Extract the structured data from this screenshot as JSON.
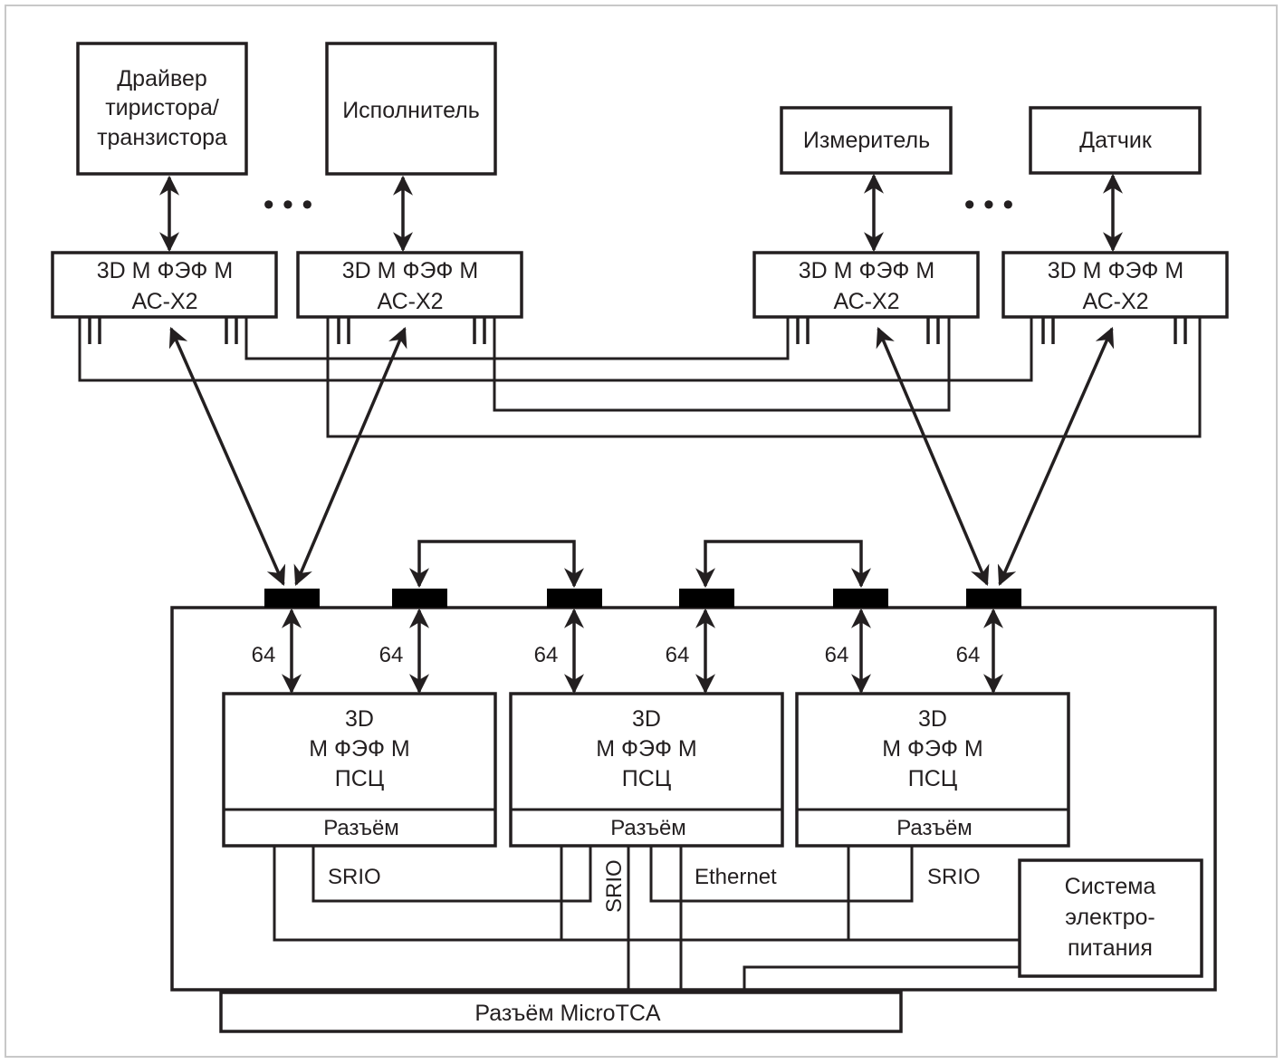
{
  "diagram": {
    "top_devices": [
      {
        "id": "driver",
        "lines": [
          "Драйвер",
          "тиристора/",
          "транзистора"
        ]
      },
      {
        "id": "actuator",
        "lines": [
          "Исполнитель"
        ]
      },
      {
        "id": "meter",
        "lines": [
          "Измеритель"
        ]
      },
      {
        "id": "sensor",
        "lines": [
          "Датчик"
        ]
      }
    ],
    "ellipsis": "• • •",
    "fef_modules": [
      {
        "id": "fef-1",
        "lines": [
          "3D М ФЭФ М",
          "АС-X2"
        ]
      },
      {
        "id": "fef-2",
        "lines": [
          "3D М ФЭФ М",
          "АС-X2"
        ]
      },
      {
        "id": "fef-3",
        "lines": [
          "3D М ФЭФ М",
          "АС-X2"
        ]
      },
      {
        "id": "fef-4",
        "lines": [
          "3D М ФЭФ М",
          "АС-X2"
        ]
      }
    ],
    "bus_width_label": "64",
    "psc_modules": [
      {
        "id": "psc-1",
        "lines": [
          "3D",
          "М ФЭФ М",
          "ПСЦ"
        ],
        "connector": "Разъём"
      },
      {
        "id": "psc-2",
        "lines": [
          "3D",
          "М ФЭФ М",
          "ПСЦ"
        ],
        "connector": "Разъём"
      },
      {
        "id": "psc-3",
        "lines": [
          "3D",
          "М ФЭФ М",
          "ПСЦ"
        ],
        "connector": "Разъём"
      }
    ],
    "links": {
      "srio_left": "SRIO",
      "srio_vertical": "SRIO",
      "ethernet": "Ethernet",
      "srio_right": "SRIO"
    },
    "power_system": {
      "lines": [
        "Система",
        "электро-",
        "питания"
      ]
    },
    "microtca_connector": "Разъём MicroTCA",
    "colors": {
      "line": "#231f20",
      "port": "#000000",
      "frame": "#c8c8c8",
      "background": "#ffffff"
    }
  }
}
